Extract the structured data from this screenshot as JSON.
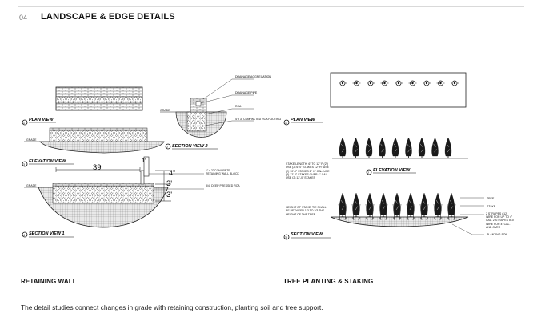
{
  "header": {
    "page_number": "04",
    "title": "LANDSCAPE & EDGE DETAILS"
  },
  "retaining_wall": {
    "caption": "RETAINING WALL",
    "views": {
      "plan": "PLAN VIEW",
      "section_2": "SECTION VIEW 2",
      "elevation": "ELEVATION VIEW",
      "section_1": "SECTION VIEW 1"
    },
    "notes": {
      "drainage_aggregation": "DRAINAGE AGGREGATION",
      "drainage_pipe": "DRAINAGE PIPE",
      "rca": "RCA",
      "rca_footing": "4\"x 3\" COMPACTED RCA FOOTING",
      "grade": "GRADE",
      "concrete_block": "1\" x 2\" CONCRETE RETAINING WALL BLOCK",
      "pressed_rca": "3/4\" DEEP PRESSED RCA"
    },
    "dimensions": {
      "length": "39'",
      "thickness": "4\"",
      "height_1": "3'",
      "height_2": "3'",
      "post": "1'"
    }
  },
  "tree_planting": {
    "caption": "TREE PLANTING & STAKING",
    "views": {
      "plan": "PLAN VIEW",
      "elevation": "ELEVATION VIEW",
      "section": "SECTION VIEW"
    },
    "notes": {
      "stake_length": "STAKE LENGTH: 6\" TO 12\" P (2\") USE (2) 6'-0\" STAKES 12\" H\" USE (2) 10'-0\" STAKES 2\" H\" CAL. USE (2) 12'-0\" STAKES OVER 4\" CAL. USE (2) 12'-0\" STAKES",
      "height_of_stake": "HEIGHT OF STAKE: TIE SHALL BE BETWEEN 1/3 TO 2/3 THE HEIGHT OF THE TREE",
      "tree": "TREE",
      "stake": "STAKE",
      "strapping": "2 STRAPES #12 WIRE FOR UP TO 4\" CAL. 2 STRAPES #10 WIRE FOR 4\" CAL. AND OVER",
      "planting_soil": "PLANTING SOIL"
    }
  },
  "footer": {
    "description": "The detail studies connect changes in grade with retaining construction, planting soil and tree support."
  }
}
